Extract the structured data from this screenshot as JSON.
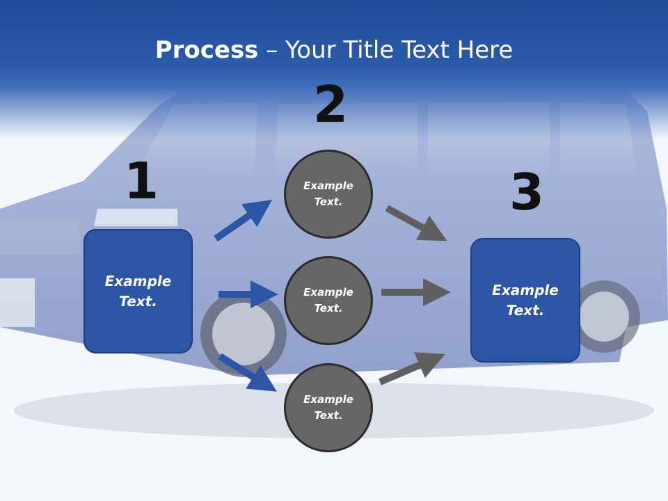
{
  "slide": {
    "title_bold": "Process",
    "title_rest": " – Your Title Text Here"
  },
  "steps": [
    {
      "number": "1",
      "label": "Example Text."
    },
    {
      "number": "2",
      "label": "Example Text."
    },
    {
      "number": "3",
      "label": "Example Text."
    }
  ],
  "middle_circles": [
    {
      "label": "Example Text."
    },
    {
      "label": "Example Text."
    },
    {
      "label": "Example Text."
    }
  ],
  "colors": {
    "box_fill": "#2c55a5",
    "circle_fill": "#666666",
    "blue_arrow": "#2c55a5",
    "gray_arrow": "#5f5f5f"
  }
}
